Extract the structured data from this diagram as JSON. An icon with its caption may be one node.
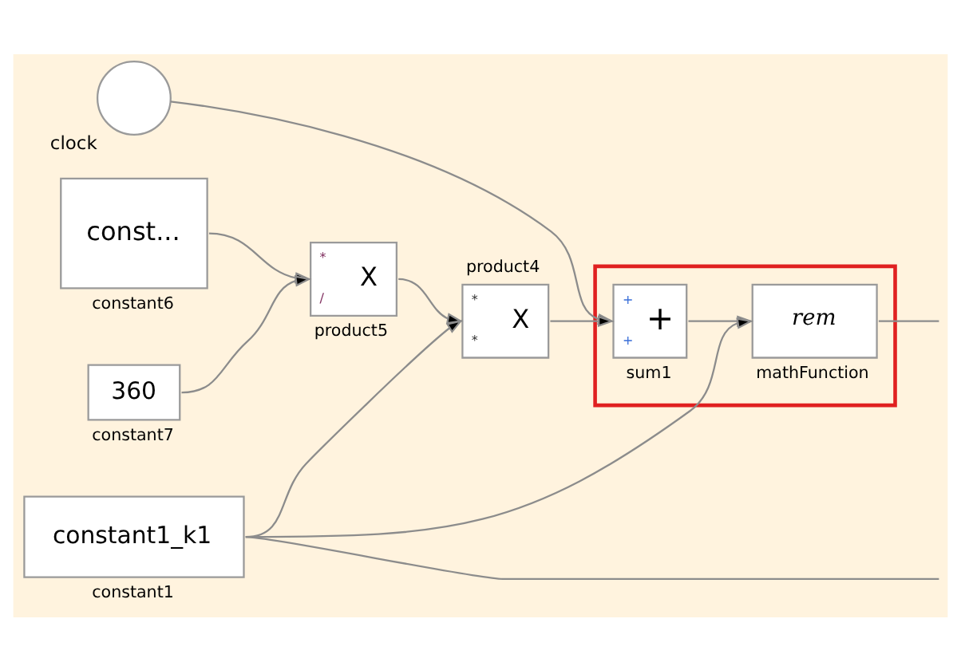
{
  "diagram": {
    "nodes": [
      {
        "text": [],
        "shape": "circle",
        "beside": [
          "clock"
        ]
      },
      {
        "text": [],
        "shape": "box"
      },
      {
        "text": [
          "+",
          "+",
          "+"
        ],
        "in": 1,
        "beside": [
          "sum1"
        ]
      },
      {
        "text": [
          "rem"
        ],
        "in": 1,
        "beside": [
          "mathFunction"
        ]
      },
      {
        "text": [
          "const..."
        ],
        "beside": [
          "constant6"
        ]
      },
      {
        "text": [
          "*",
          "X",
          "*"
        ],
        "beside": [
          "product4"
        ]
      },
      {
        "text": [
          "*",
          "X",
          "/"
        ],
        "beside": [
          "product5"
        ]
      },
      {
        "text": [
          "360"
        ],
        "beside": [
          "constant7"
        ]
      },
      {
        "text": [
          "constant1_k1"
        ],
        "beside": [
          "constant1"
        ]
      }
    ],
    "edges": [
      {
        "from": 0,
        "to": 2,
        "arrow": "to"
      },
      {
        "from": 2,
        "to": 3,
        "arrow": "to"
      },
      {
        "from": 3,
        "to": null,
        "arrow": "none"
      },
      {
        "from": 4,
        "to": 6,
        "arrow": "to"
      },
      {
        "from": 6,
        "to": 5,
        "arrow": "to"
      },
      {
        "from": 5,
        "to": 2,
        "arrow": "to"
      },
      {
        "from": 7,
        "to": 6,
        "arrow": "to"
      },
      {
        "from": 8,
        "to": 5,
        "arrow": "to"
      },
      {
        "from": 8,
        "to": 3,
        "arrow": "to"
      },
      {
        "from": 8,
        "to": null,
        "arrow": "none"
      }
    ]
  }
}
